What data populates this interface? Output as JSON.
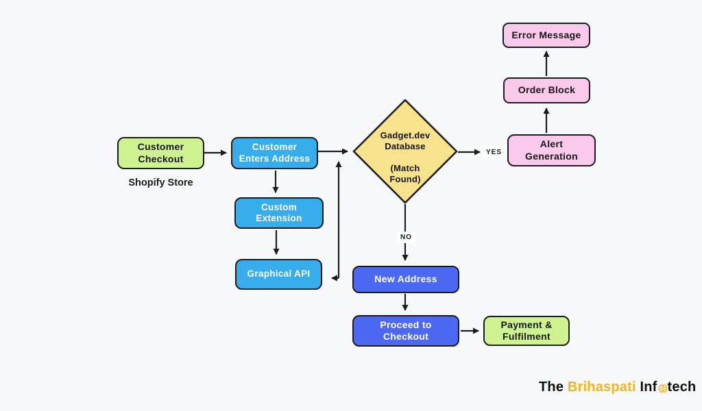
{
  "diagram": {
    "type": "flowchart",
    "nodes": {
      "customer_checkout": {
        "label": "Customer\nCheckout",
        "color": "green"
      },
      "customer_enters_address": {
        "label": "Customer\nEnters Address",
        "color": "blue"
      },
      "custom_extension": {
        "label": "Custom\nExtension",
        "color": "blue"
      },
      "graphical_api": {
        "label": "Graphical API",
        "color": "blue"
      },
      "database_decision": {
        "label": "Gadget.dev\nDatabase\n\n(Match\nFound)",
        "color": "yellow",
        "shape": "diamond"
      },
      "alert_generation": {
        "label": "Alert\nGeneration",
        "color": "pink"
      },
      "order_block": {
        "label": "Order Block",
        "color": "pink"
      },
      "error_message": {
        "label": "Error Message",
        "color": "pink"
      },
      "new_address": {
        "label": "New Address",
        "color": "indigo"
      },
      "proceed_to_checkout": {
        "label": "Proceed to\nCheckout",
        "color": "indigo"
      },
      "payment_fulfilment": {
        "label": "Payment &\nFulfilment",
        "color": "green"
      }
    },
    "annotations": {
      "shopify_store": "Shopify Store",
      "yes": "YES",
      "no": "NO"
    },
    "edges": [
      {
        "from": "customer_checkout",
        "to": "customer_enters_address"
      },
      {
        "from": "customer_enters_address",
        "to": "database_decision"
      },
      {
        "from": "customer_enters_address",
        "to": "custom_extension"
      },
      {
        "from": "custom_extension",
        "to": "graphical_api"
      },
      {
        "from": "graphical_api",
        "to": "database_decision",
        "style": "bidirectional-elbow"
      },
      {
        "from": "database_decision",
        "to": "alert_generation",
        "label": "YES"
      },
      {
        "from": "alert_generation",
        "to": "order_block"
      },
      {
        "from": "order_block",
        "to": "error_message"
      },
      {
        "from": "database_decision",
        "to": "new_address",
        "label": "NO"
      },
      {
        "from": "new_address",
        "to": "proceed_to_checkout"
      },
      {
        "from": "proceed_to_checkout",
        "to": "payment_fulfilment"
      }
    ]
  },
  "colors": {
    "green": "#cdf28f",
    "blue": "#38adec",
    "indigo": "#4d68f2",
    "pink": "#f9c9eb",
    "yellow": "#f7e28e",
    "stroke": "#1b1b1b",
    "background": "#f7f8fa",
    "logo_yellow": "#f0b41f"
  },
  "logo": {
    "word1": "The ",
    "brand": "Brihaspati ",
    "word3_prefix": "Inf",
    "word3_suffix": "tech"
  }
}
